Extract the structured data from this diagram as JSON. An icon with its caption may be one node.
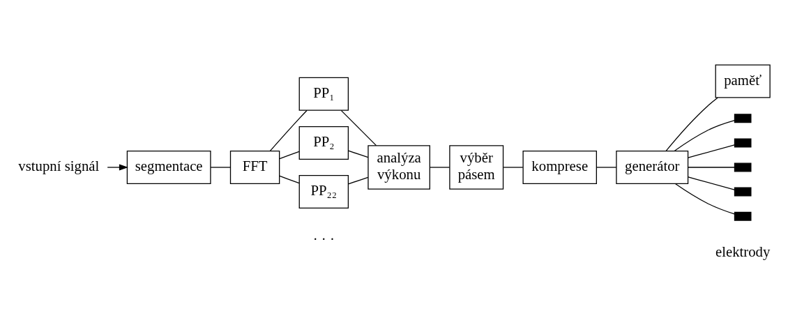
{
  "diagram": {
    "nodes": [
      {
        "text": [
          "vstupní signál"
        ]
      },
      {
        "text": [
          "segmentace"
        ]
      },
      {
        "text": [
          "FFT"
        ]
      },
      {
        "text": [
          "PP₁"
        ]
      },
      {
        "text": [
          "PP₂"
        ]
      },
      {
        "text": [
          "PP₂₂"
        ]
      },
      {
        "text": [
          "analýza výkonu"
        ]
      },
      {
        "text": [
          "výběr pásem"
        ]
      },
      {
        "text": [
          "komprese"
        ]
      },
      {
        "text": [
          "generátor"
        ]
      },
      {
        "text": [
          "paměť"
        ]
      },
      {
        "text": [],
        "shape": "box"
      },
      {
        "text": [],
        "shape": "box"
      },
      {
        "text": [],
        "shape": "box"
      },
      {
        "text": [],
        "shape": "box"
      },
      {
        "text": [],
        "shape": "box"
      }
    ],
    "edges": [
      {
        "from": 0,
        "to": 1,
        "arrow": "to"
      },
      {
        "from": 1,
        "to": 2,
        "arrow": "none"
      },
      {
        "from": 2,
        "to": 3,
        "arrow": "none"
      },
      {
        "from": 2,
        "to": 4,
        "arrow": "none"
      },
      {
        "from": 2,
        "to": 5,
        "arrow": "none"
      },
      {
        "from": 3,
        "to": 6,
        "arrow": "none"
      },
      {
        "from": 4,
        "to": 6,
        "arrow": "none"
      },
      {
        "from": 5,
        "to": 6,
        "arrow": "none"
      },
      {
        "from": 6,
        "to": 7,
        "arrow": "none"
      },
      {
        "from": 7,
        "to": 8,
        "arrow": "none"
      },
      {
        "from": 8,
        "to": 9,
        "arrow": "none"
      },
      {
        "from": 9,
        "to": 10,
        "arrow": "none"
      },
      {
        "from": 9,
        "to": 11,
        "arrow": "none"
      },
      {
        "from": 9,
        "to": 12,
        "arrow": "none"
      },
      {
        "from": 9,
        "to": 13,
        "arrow": "none"
      },
      {
        "from": 9,
        "to": 14,
        "arrow": "none"
      },
      {
        "from": 9,
        "to": 15,
        "arrow": "none"
      }
    ],
    "labels": [
      "· · ·",
      "elektrody"
    ]
  }
}
